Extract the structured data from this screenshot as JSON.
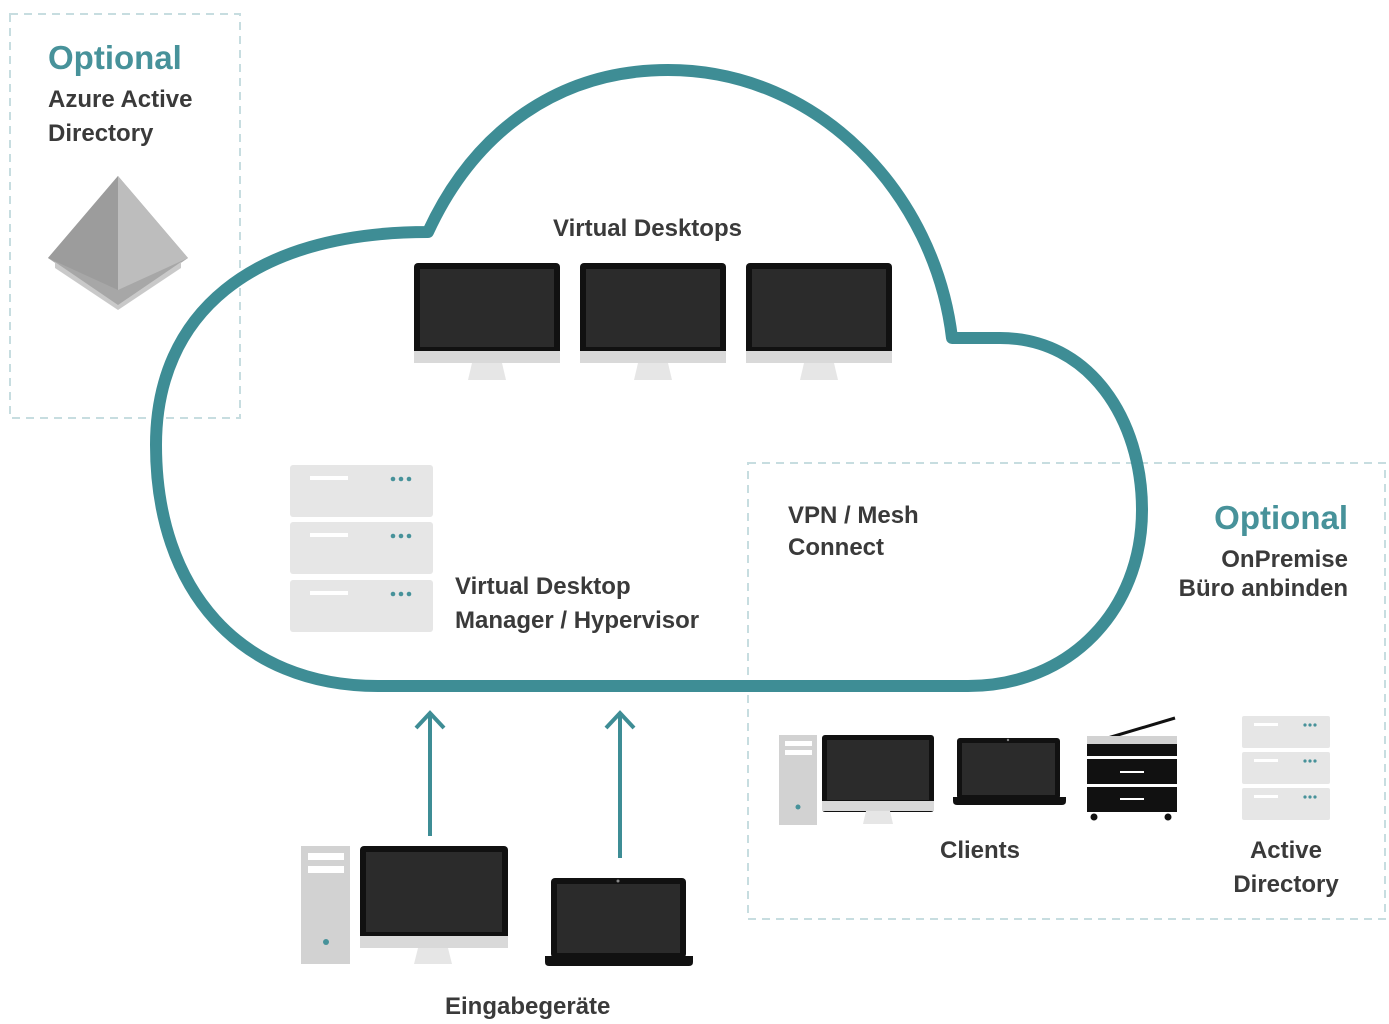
{
  "colors": {
    "cloud": "#3e8d95",
    "dashed_box": "#c7dde0",
    "accent_text": "#47929a",
    "label_text": "#3a3a3a",
    "screen": "#2a2a2a",
    "device_grey": "#d2d2d2"
  },
  "azure": {
    "optional_label": "Optional",
    "title_line1": "Azure Active",
    "title_line2": "Directory",
    "icon": "azure-ad-pyramid-icon"
  },
  "cloud": {
    "virtual_desktops_label": "Virtual Desktops",
    "hypervisor_line1": "Virtual Desktop",
    "hypervisor_line2": "Manager / Hypervisor"
  },
  "onpremise": {
    "vpn_line1": "VPN / Mesh",
    "vpn_line2": "Connect",
    "optional_label": "Optional",
    "title_line1": "OnPremise",
    "title_line2": "Büro anbinden",
    "clients_label": "Clients",
    "ad_line1": "Active",
    "ad_line2": "Directory"
  },
  "input": {
    "label": "Eingabegeräte"
  }
}
